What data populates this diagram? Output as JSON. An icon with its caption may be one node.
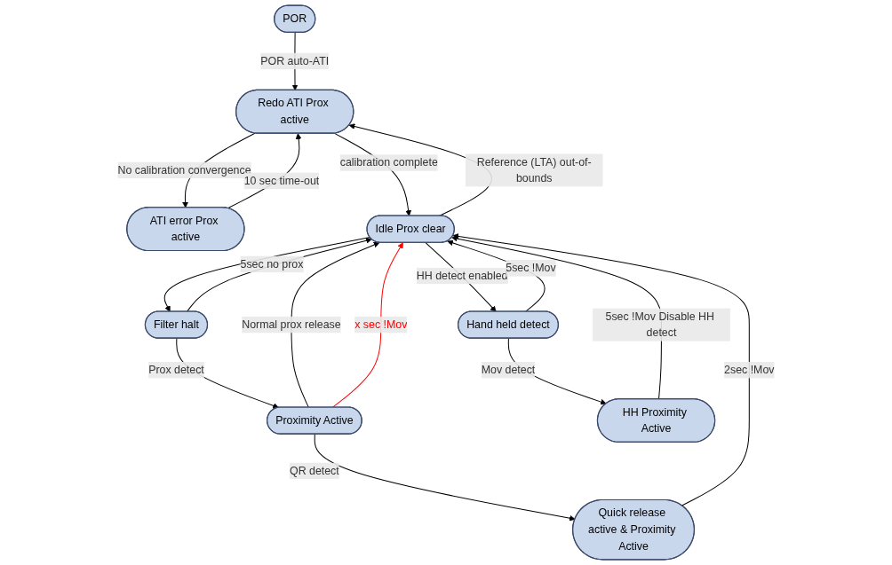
{
  "diagram": {
    "nodes": [
      {
        "text": [
          "POR"
        ]
      },
      {
        "text": [
          "Redo ATI Prox active"
        ]
      },
      {
        "text": [
          "ATI error Prox active"
        ]
      },
      {
        "text": [
          "Idle Prox clear"
        ]
      },
      {
        "text": [
          "Hand held detect"
        ]
      },
      {
        "text": [
          "Filter halt"
        ]
      },
      {
        "text": [
          "Quick release active & Proximity Active"
        ]
      },
      {
        "text": [
          "Proximity Active"
        ]
      },
      {
        "text": [
          "HH Proximity Active"
        ]
      }
    ],
    "edges": [
      {
        "from": 0,
        "to": 1,
        "arrow": "to",
        "label": "POR auto-ATI"
      },
      {
        "from": 1,
        "to": 2,
        "arrow": "to",
        "label": "No calibration convergence"
      },
      {
        "from": 2,
        "to": 1,
        "arrow": "to",
        "label": "10 sec time-out"
      },
      {
        "from": 1,
        "to": 3,
        "arrow": "to",
        "label": "calibration complete"
      },
      {
        "from": 3,
        "to": 1,
        "arrow": "to",
        "label": "Reference (LTA) out-of-bounds"
      },
      {
        "from": 3,
        "to": 4,
        "arrow": "to",
        "label": "HH detect enabled"
      },
      {
        "from": 4,
        "to": 3,
        "arrow": "to",
        "label": "5sec !Mov"
      },
      {
        "from": 4,
        "to": 8,
        "arrow": "to",
        "label": "Mov detect"
      },
      {
        "from": 8,
        "to": 3,
        "arrow": "to",
        "label": "5sec !Mov Disable HH detect"
      },
      {
        "from": 3,
        "to": 5,
        "arrow": "to"
      },
      {
        "from": 5,
        "to": 3,
        "arrow": "to",
        "label": "5sec no prox"
      },
      {
        "from": 5,
        "to": 7,
        "arrow": "to",
        "label": "Prox detect"
      },
      {
        "from": 7,
        "to": 3,
        "arrow": "to",
        "label": "Normal prox release"
      },
      {
        "from": 7,
        "to": 3,
        "arrow": "to",
        "label": "x sec !Mov",
        "color": "#ff0000"
      },
      {
        "from": 7,
        "to": 6,
        "arrow": "to",
        "label": "QR detect"
      },
      {
        "from": 6,
        "to": 3,
        "arrow": "to",
        "label": "2sec !Mov"
      }
    ]
  }
}
